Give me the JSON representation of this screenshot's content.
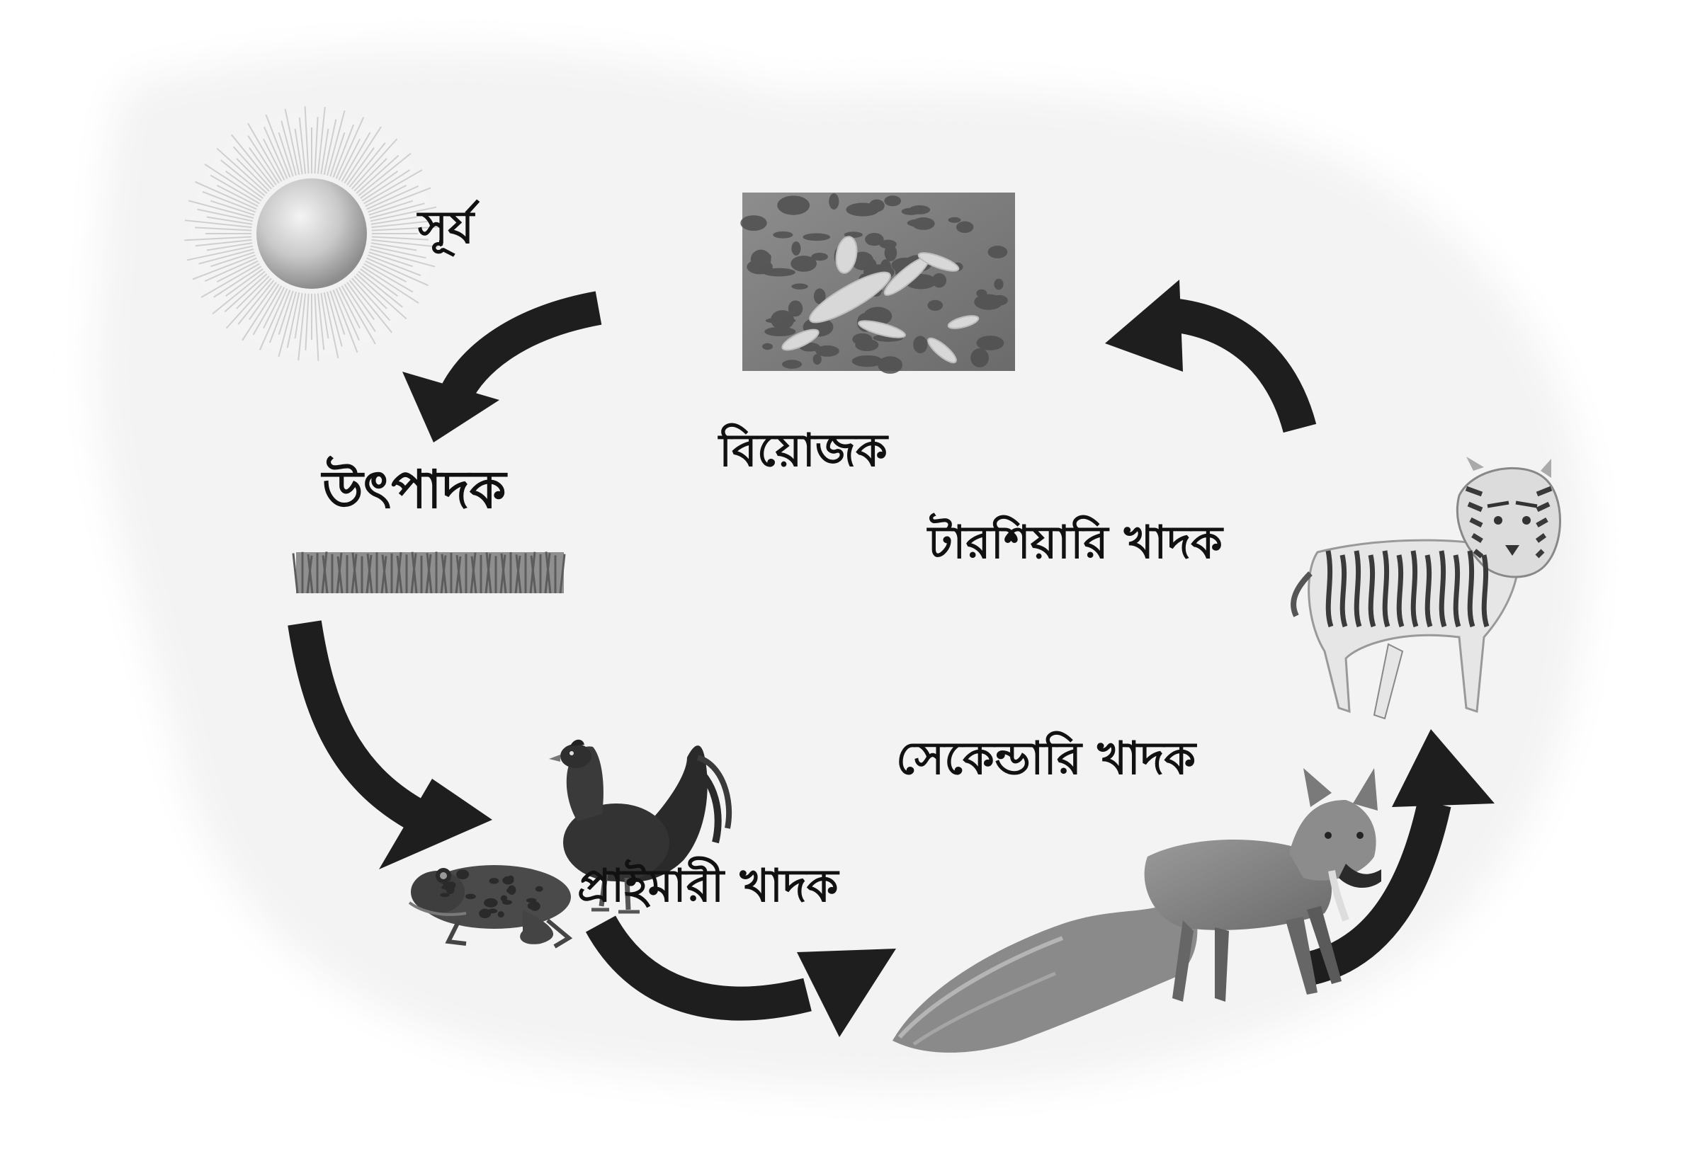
{
  "diagram": {
    "nodes": {
      "sun": {
        "label": "সূর্য",
        "icon": "sun-icon"
      },
      "producer": {
        "label": "উৎপাদক",
        "icon": "grass-icon"
      },
      "primary": {
        "label": "প্রাইমারী খাদক",
        "icons": [
          "frog-icon",
          "rooster-icon"
        ]
      },
      "secondary": {
        "label": "সেকেন্ডারি খাদক",
        "icon": "fox-icon"
      },
      "tertiary": {
        "label": "টারশিয়ারি খাদক",
        "icon": "tiger-icon"
      },
      "decomposer": {
        "label": "বিয়োজক",
        "icon": "decomposing-soil-icon"
      }
    },
    "edges": [
      [
        "sun",
        "producer"
      ],
      [
        "producer",
        "primary"
      ],
      [
        "primary",
        "secondary"
      ],
      [
        "secondary",
        "tertiary"
      ],
      [
        "tertiary",
        "decomposer"
      ]
    ],
    "colors": {
      "arrow": "#1e1e1e",
      "glow": "#f3f3f3",
      "text": "#111111"
    }
  }
}
